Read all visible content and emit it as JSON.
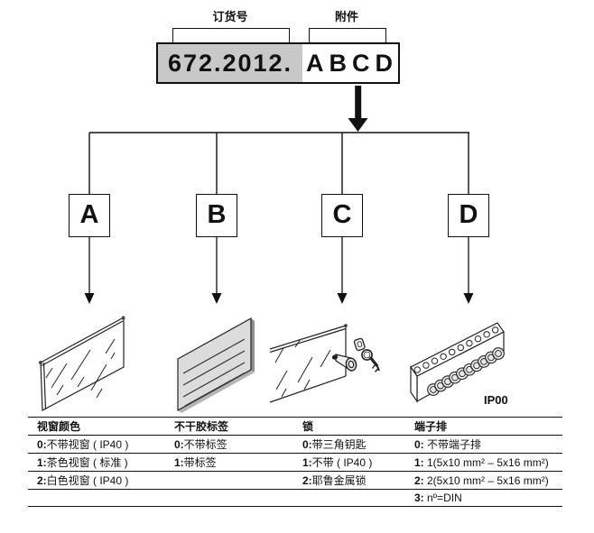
{
  "code_builder": {
    "order_number_label": "订货号",
    "accessories_label": "附件",
    "code_prefix": "672.2012.",
    "code_suffix": "ABCD"
  },
  "branches": [
    "A",
    "B",
    "C",
    "D"
  ],
  "icons": {
    "branch_a": "glass-window",
    "branch_b": "adhesive-label",
    "branch_c": "lock-with-keys",
    "branch_d": "terminal-strip",
    "terminal_strip_rating": "IP00"
  },
  "table": {
    "headers": [
      "视窗颜色",
      "不干胶标签",
      "锁",
      "端子排"
    ],
    "rows": [
      [
        {
          "n": "0:",
          "t": "不带视窗 ( IP40 )"
        },
        {
          "n": "0:",
          "t": "不带标签"
        },
        {
          "n": "0:",
          "t": "带三角钥匙"
        },
        {
          "n": "0:",
          "t": " 不带端子排"
        }
      ],
      [
        {
          "n": "1:",
          "t": "茶色视窗 ( 标准 )"
        },
        {
          "n": "1:",
          "t": "带标签"
        },
        {
          "n": "1:",
          "t": "不带 ( IP40 )"
        },
        {
          "n": "1:",
          "t": " 1(5x10 mm² – 5x16 mm²)"
        }
      ],
      [
        {
          "n": "2:",
          "t": "白色视窗 ( IP40 )"
        },
        {
          "n": "",
          "t": ""
        },
        {
          "n": "2:",
          "t": "耶鲁金属锁"
        },
        {
          "n": "2:",
          "t": " 2(5x10 mm² – 5x16 mm²)"
        }
      ],
      [
        {
          "n": "",
          "t": ""
        },
        {
          "n": "",
          "t": ""
        },
        {
          "n": "",
          "t": ""
        },
        {
          "n": "3:",
          "t": " nº=DIN"
        }
      ]
    ]
  },
  "colors": {
    "code_prefix_bg": "#c8c8c8",
    "label_fill": "#dcdcdc",
    "label_shadow": "#8f8f8f",
    "line": "#111111"
  }
}
